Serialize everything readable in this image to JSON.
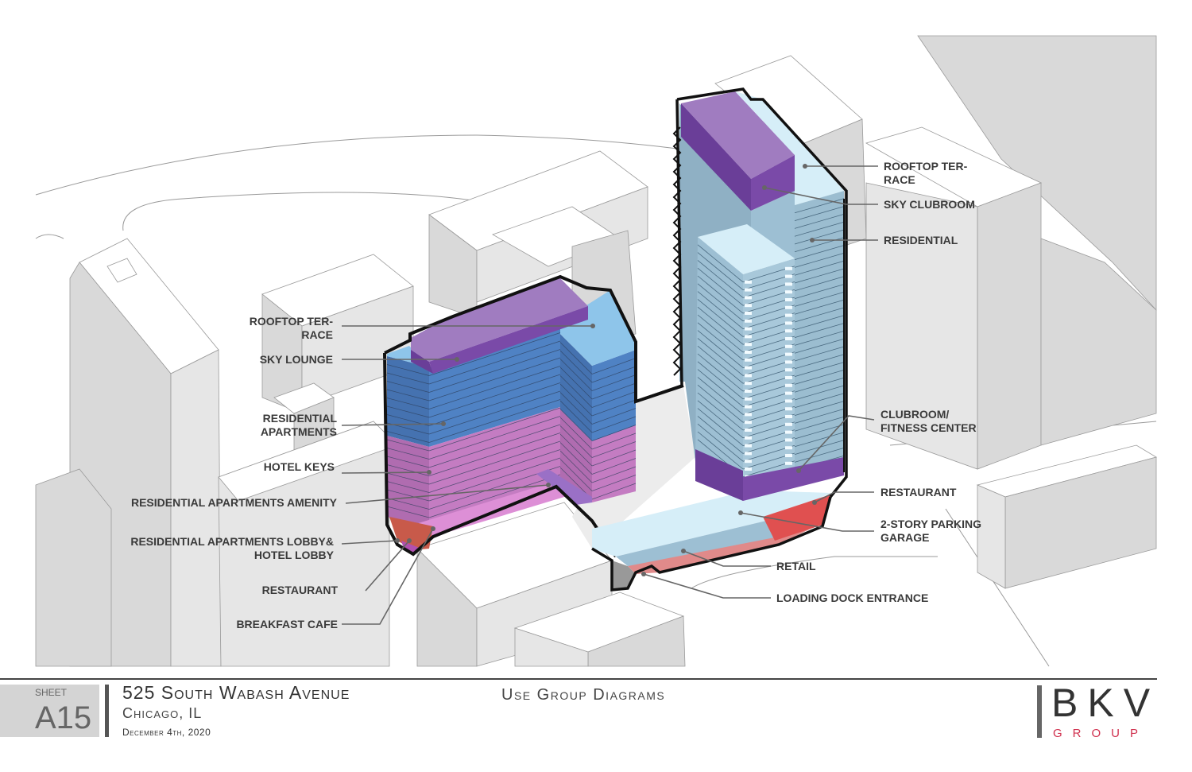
{
  "labels_left": {
    "rooftop_terrace": [
      "ROOFTOP TER-",
      "RACE"
    ],
    "sky_lounge": "SKY LOUNGE",
    "residential_apartments": [
      "RESIDENTIAL",
      "APARTMENTS"
    ],
    "hotel_keys": "HOTEL KEYS",
    "amenity": "RESIDENTIAL APARTMENTS AMENITY",
    "lobby": [
      "RESIDENTIAL APARTMENTS LOBBY&",
      "HOTEL LOBBY"
    ],
    "restaurant": "RESTAURANT",
    "breakfast_cafe": "BREAKFAST CAFE"
  },
  "labels_right": {
    "rooftop_terrace": [
      "ROOFTOP TER-",
      "RACE"
    ],
    "sky_clubroom": "SKY CLUBROOM",
    "residential": "RESIDENTIAL",
    "clubroom": [
      "CLUBROOM/",
      "FITNESS CENTER"
    ],
    "restaurant": "RESTAURANT",
    "parking": [
      "2-STORY PARKING",
      "GARAGE"
    ],
    "retail": "RETAIL",
    "loading_dock": "LOADING DOCK ENTRANCE"
  },
  "title_block": {
    "sheet_label": "SHEET",
    "sheet_number": "A15",
    "project": "525 South Wabash Avenue",
    "city": "Chicago, IL",
    "date": "December 4th, 2020",
    "sheet_title": "Use Group Diagrams"
  },
  "logo": {
    "main": "BKV",
    "sub": "GROUP"
  },
  "colors": {
    "residential_blue": "#4f82c4",
    "hotel_pink": "#c47cc2",
    "amenity_purple": "#7a4aa8",
    "tower_blue": "#9dbfd3",
    "terrace_light": "#d6eef8",
    "retail_red": "#e08a8a",
    "logo_red": "#d0304e"
  }
}
